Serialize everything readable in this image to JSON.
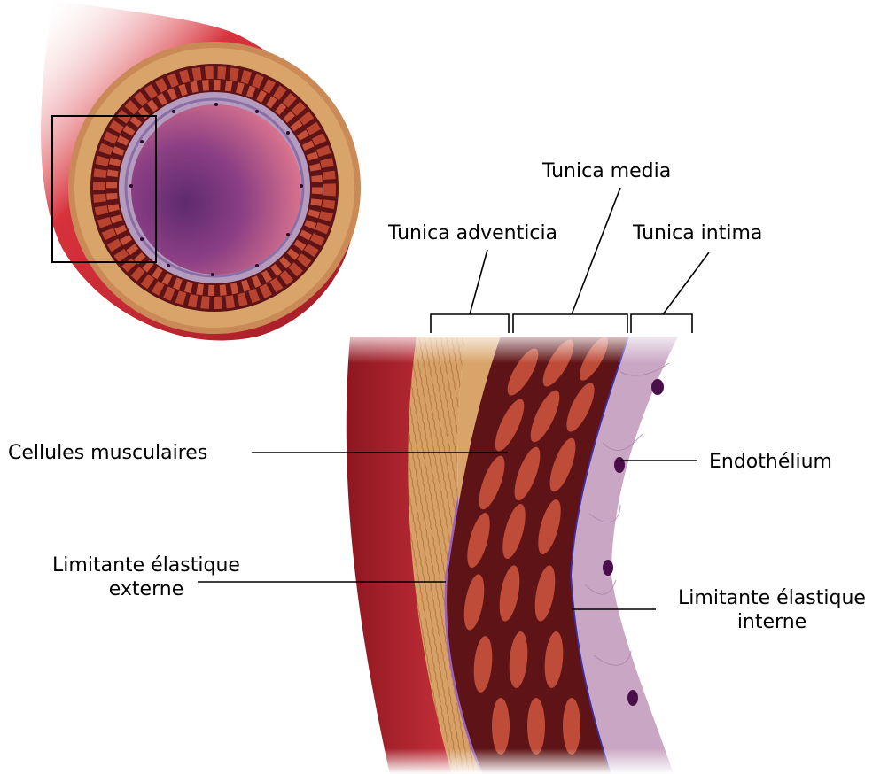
{
  "labels": {
    "tunica_media": "Tunica media",
    "tunica_adventicia": "Tunica adventicia",
    "tunica_intima": "Tunica intima",
    "cellules_musculaires": "Cellules musculaires",
    "endothelium": "Endothélium",
    "limitante_externe_line1": "Limitante élastique",
    "limitante_externe_line2": "externe",
    "limitante_interne_line1": "Limitante élastique",
    "limitante_interne_line2": "interne"
  },
  "colors": {
    "outer_wall": "#b8202c",
    "adventitia": "#d9a46a",
    "media_muscle": "#b8432f",
    "muscle_dark": "#5e1416",
    "elastic_lamina": "#9a62c8",
    "internal_lamina": "#3c2fb0",
    "intima": "#c9a7c4",
    "lumen_purple": "#7a3a86",
    "lumen_pink": "#e0768c",
    "nucleus": "#4a0f4a"
  }
}
